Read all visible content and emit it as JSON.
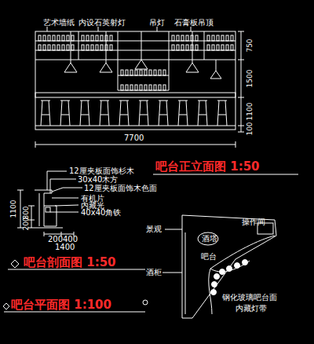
{
  "diagram": {
    "labels": [
      "艺术墙纸",
      "内设石英射灯",
      "吊灯",
      "石膏板吊顶",
      "750",
      "1500",
      "1100",
      "100",
      "7700",
      "吧台正立面图 1:50",
      "12厘夹板面饰杉木",
      "30x40木方",
      "12厘夹板面饰木色面",
      "有机片",
      "内藏光",
      "40x40角铁",
      "1100",
      "800",
      "200",
      "200",
      "400",
      "1400",
      "吧台剖面图 1:50",
      "吧台平面图 1:100",
      "景观",
      "酒塔",
      "操作间",
      "酒柜",
      "吧台",
      "钢化玻璃吧台面",
      "内藏灯带"
    ]
  }
}
